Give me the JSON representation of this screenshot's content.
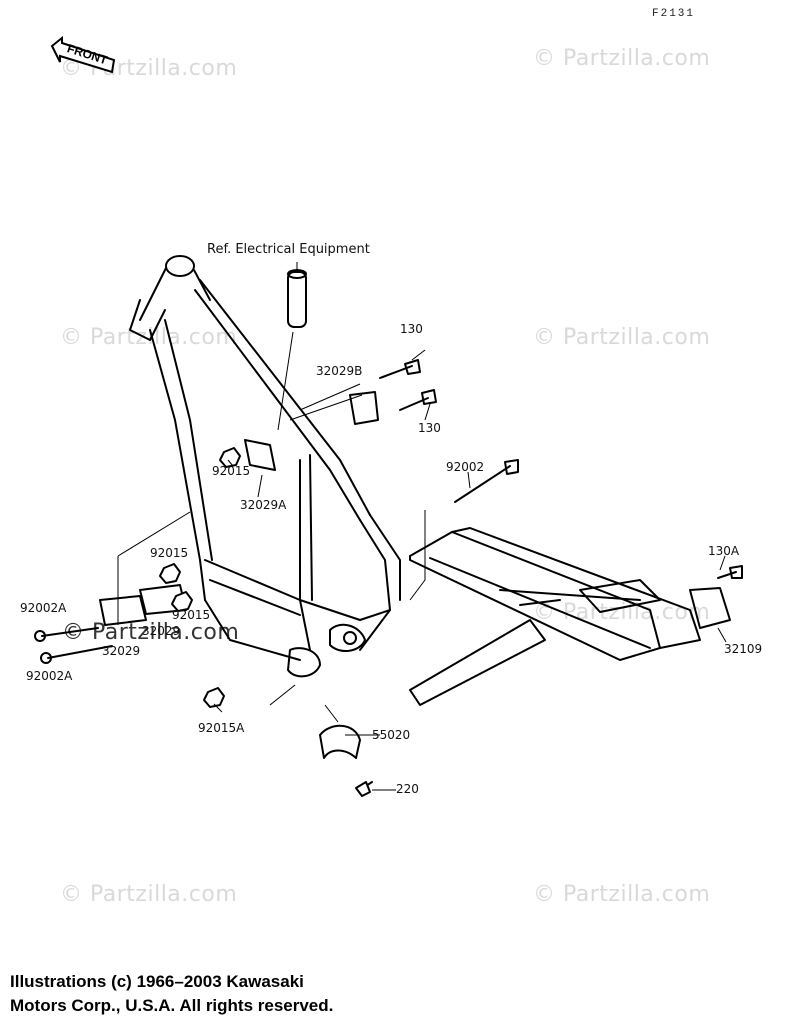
{
  "diagram_code": "F2131",
  "front_label": "FRONT",
  "reference_note": "Ref. Electrical Equipment",
  "watermark": "© Partzilla.com",
  "parts": {
    "p130_top": "130",
    "p130_bottom": "130",
    "p32029b": "32029B",
    "p92015_a": "92015",
    "p32029a": "32029A",
    "p92002": "92002",
    "p92015_b": "92015",
    "p92002a_top": "92002A",
    "p92015_c": "92015",
    "p32029_over": "32029",
    "p32029": "32029",
    "p92002a_bottom": "92002A",
    "p130a": "130A",
    "p32109": "32109",
    "p92015a": "92015A",
    "p55020": "55020",
    "p220": "220"
  },
  "copyright": {
    "line1": "Illustrations (c) 1966–2003 Kawasaki",
    "line2": "Motors Corp., U.S.A.  All rights reserved."
  }
}
